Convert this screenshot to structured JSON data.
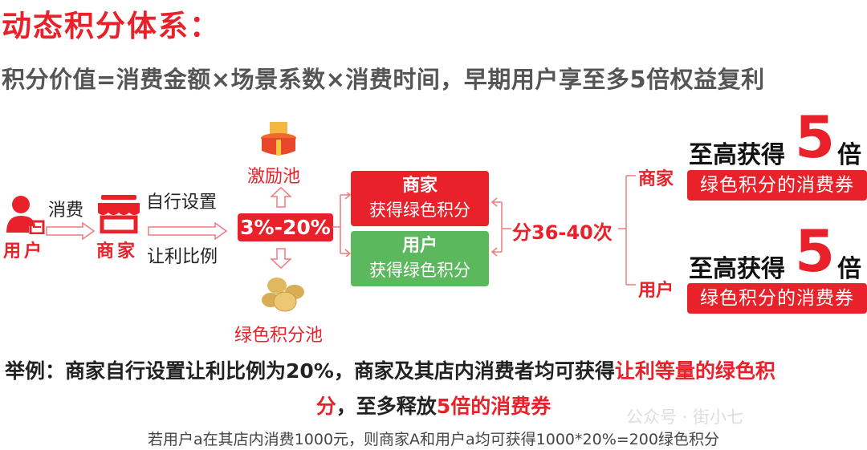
{
  "title": "动态积分体系：",
  "subtitle": "积分价值=消费金额×场景系数×消费时间，早期用户享至多5倍权益复利",
  "flow": {
    "user": "用户",
    "consume": "消费",
    "merchant": "商家",
    "set_self": "自行设置",
    "share_ratio": "让利比例",
    "ratio": "3%-20%",
    "incentive_pool": "激励池",
    "green_pool": "绿色积分池",
    "merchant_box": {
      "title": "商家",
      "text": "获得绿色积分"
    },
    "user_box": {
      "title": "用户",
      "text": "获得绿色积分"
    },
    "split": "分36-40次",
    "branches": [
      {
        "who": "商家",
        "prefix": "至高获得",
        "num": "5",
        "suffix": "倍",
        "coupon": "绿色积分的消费券"
      },
      {
        "who": "用户",
        "prefix": "至高获得",
        "num": "5",
        "suffix": "倍",
        "coupon": "绿色积分的消费券"
      }
    ]
  },
  "example": {
    "line1_a": "举例：商家自行设置让利比例为20%，商家及其店内消费者均可获得",
    "line1_b": "让利等量的绿色积",
    "line2_a": "分",
    "line2_b": "，至多释放",
    "line2_c": "5倍的消费券",
    "note": "若用户a在其店内消费1000元，则商家A和用户a均可获得1000*20%=200绿色积分"
  },
  "watermark": "公众号 · 街小七",
  "colors": {
    "red": "#e8212a",
    "green": "#5cb85c"
  }
}
